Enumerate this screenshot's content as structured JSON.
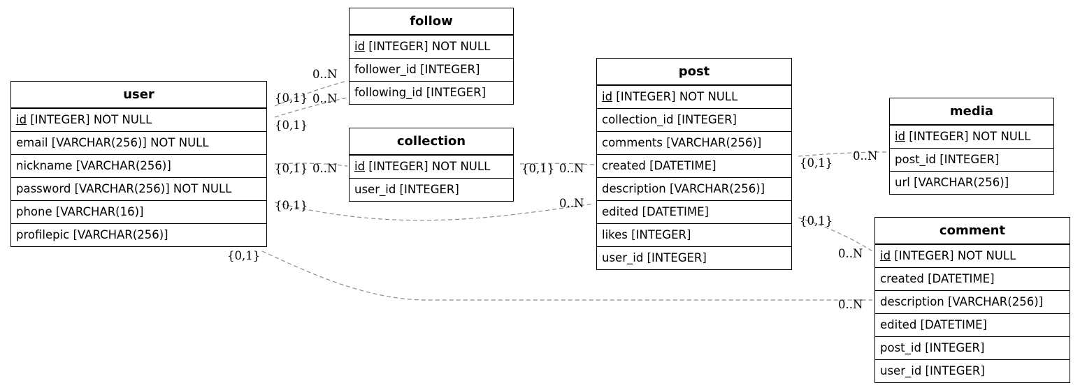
{
  "entities": {
    "follow": {
      "name": "follow",
      "attributes": [
        {
          "col": "id",
          "type": " [INTEGER] NOT NULL",
          "pk": true
        },
        {
          "col": "follower_id",
          "type": " [INTEGER]",
          "pk": false
        },
        {
          "col": "following_id",
          "type": " [INTEGER]",
          "pk": false
        }
      ]
    },
    "user": {
      "name": "user",
      "attributes": [
        {
          "col": "id",
          "type": " [INTEGER] NOT NULL",
          "pk": true
        },
        {
          "col": "email",
          "type": " [VARCHAR(256)] NOT NULL",
          "pk": false
        },
        {
          "col": "nickname",
          "type": " [VARCHAR(256)]",
          "pk": false
        },
        {
          "col": "password",
          "type": " [VARCHAR(256)] NOT NULL",
          "pk": false
        },
        {
          "col": "phone",
          "type": " [VARCHAR(16)]",
          "pk": false
        },
        {
          "col": "profilepic",
          "type": " [VARCHAR(256)]",
          "pk": false
        }
      ]
    },
    "collection": {
      "name": "collection",
      "attributes": [
        {
          "col": "id",
          "type": " [INTEGER] NOT NULL",
          "pk": true
        },
        {
          "col": "user_id",
          "type": " [INTEGER]",
          "pk": false
        }
      ]
    },
    "post": {
      "name": "post",
      "attributes": [
        {
          "col": "id",
          "type": " [INTEGER] NOT NULL",
          "pk": true
        },
        {
          "col": "collection_id",
          "type": " [INTEGER]",
          "pk": false
        },
        {
          "col": "comments",
          "type": " [VARCHAR(256)]",
          "pk": false
        },
        {
          "col": "created",
          "type": " [DATETIME]",
          "pk": false
        },
        {
          "col": "description",
          "type": " [VARCHAR(256)]",
          "pk": false
        },
        {
          "col": "edited",
          "type": " [DATETIME]",
          "pk": false
        },
        {
          "col": "likes",
          "type": " [INTEGER]",
          "pk": false
        },
        {
          "col": "user_id",
          "type": " [INTEGER]",
          "pk": false
        }
      ]
    },
    "media": {
      "name": "media",
      "attributes": [
        {
          "col": "id",
          "type": " [INTEGER] NOT NULL",
          "pk": true
        },
        {
          "col": "post_id",
          "type": " [INTEGER]",
          "pk": false
        },
        {
          "col": "url",
          "type": " [VARCHAR(256)]",
          "pk": false
        }
      ]
    },
    "comment": {
      "name": "comment",
      "attributes": [
        {
          "col": "id",
          "type": " [INTEGER] NOT NULL",
          "pk": true
        },
        {
          "col": "created",
          "type": " [DATETIME]",
          "pk": false
        },
        {
          "col": "description",
          "type": " [VARCHAR(256)]",
          "pk": false
        },
        {
          "col": "edited",
          "type": " [DATETIME]",
          "pk": false
        },
        {
          "col": "post_id",
          "type": " [INTEGER]",
          "pk": false
        },
        {
          "col": "user_id",
          "type": " [INTEGER]",
          "pk": false
        }
      ]
    }
  },
  "relationships": [
    {
      "from": "user",
      "to": "follow",
      "from_card": "{0,1}",
      "to_card": "0..N"
    },
    {
      "from": "user",
      "to": "follow",
      "from_card": "{0,1}",
      "to_card": "0..N"
    },
    {
      "from": "user",
      "to": "collection",
      "from_card": "{0,1}",
      "to_card": "0..N"
    },
    {
      "from": "collection",
      "to": "post",
      "from_card": "{0,1}",
      "to_card": "0..N"
    },
    {
      "from": "user",
      "to": "post",
      "from_card": "{0,1}",
      "to_card": "0..N"
    },
    {
      "from": "post",
      "to": "media",
      "from_card": "{0,1}",
      "to_card": "0..N"
    },
    {
      "from": "post",
      "to": "comment",
      "from_card": "{0,1}",
      "to_card": "0..N"
    },
    {
      "from": "user",
      "to": "comment",
      "from_card": "{0,1}",
      "to_card": "0..N"
    }
  ]
}
